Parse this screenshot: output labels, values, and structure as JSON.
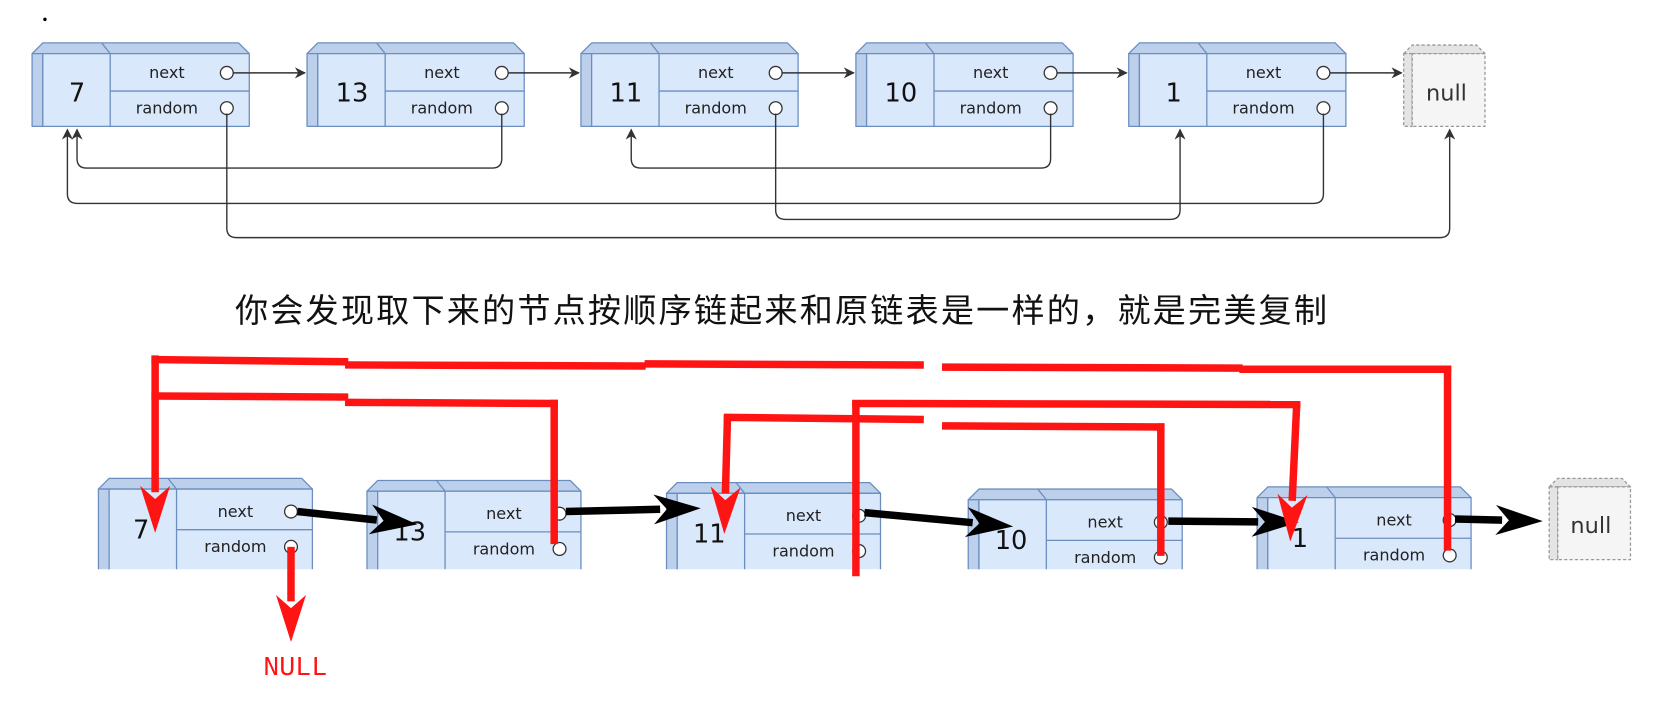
{
  "top_list": {
    "nodes": [
      {
        "val": "7"
      },
      {
        "val": "13"
      },
      {
        "val": "11"
      },
      {
        "val": "10"
      },
      {
        "val": "1"
      }
    ],
    "random_targets": [
      null,
      0,
      4,
      2,
      0
    ],
    "next_label": "next",
    "random_label": "random",
    "null_label": "null"
  },
  "caption": "你会发现取下来的节点按顺序链起来和原链表是一样的，就是完美复制",
  "bottom_list": {
    "nodes": [
      {
        "val": "7"
      },
      {
        "val": "13"
      },
      {
        "val": "11"
      },
      {
        "val": "10"
      },
      {
        "val": "1"
      }
    ],
    "next_label": "next",
    "random_label": "random",
    "null_label": "null",
    "null_pointer_label": "NULL"
  },
  "colors": {
    "node_fill": "#dae8fc",
    "node_shade": "#bcd0ec",
    "node_stroke": "#6c8ebf",
    "null_fill": "#f5f5f5",
    "null_shade": "#e4e4e4",
    "null_stroke": "#999999",
    "link": "#333333",
    "copy_link": "#ff1414",
    "next_arrow": "#000000"
  }
}
